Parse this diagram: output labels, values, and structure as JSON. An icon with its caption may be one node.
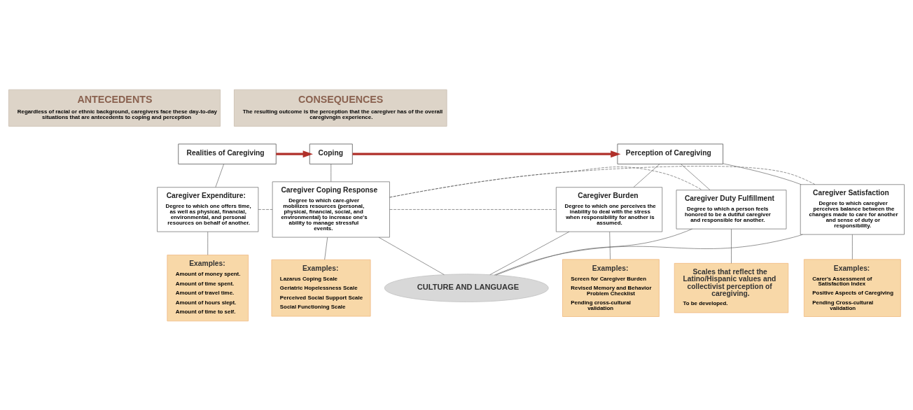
{
  "diagram": {
    "nodes": [
      {
        "text": [
          "ANTECEDENTS",
          "Regardless of racial or ethnic background, caregivers face these day-to-day situations that are antecedents to coping and perception"
        ]
      },
      {
        "text": [
          "CONSEQUENCES",
          "The resulting outcome is the perception that the caregiver has of the overall caregivngin experience."
        ]
      },
      {
        "text": [
          "Realities of Caregiving"
        ]
      },
      {
        "text": [
          "Coping"
        ]
      },
      {
        "text": [
          "Perception of Caregiving"
        ]
      },
      {
        "text": [
          "Caregiver Expenditure:",
          "Degree to which one offers time, as well as physical, financial, environmental, and personal resources on behalf of another."
        ]
      },
      {
        "text": [
          "Caregiver Coping Response",
          "Degree to which care-giver mobilizes resources (personal, physical, financial, social, and environmental) to increase one's ability to manage stressful events."
        ]
      },
      {
        "text": [
          "Caregiver Duty Fulfillment",
          "Degree to which a person feels honored to be a dutiful caregiver and responsible for another."
        ]
      },
      {
        "text": [
          "Caregiver Satisfaction",
          "Degree to which caregiver perceives balance between the changes made to care for another and sense of duty or responsibility."
        ]
      },
      {
        "text": [
          "Caregiver Burden",
          "Degree to which one perceives the inability to deal with the stress when responsibility for another is assumed."
        ]
      },
      {
        "text": [
          "Examples:",
          "Amount of money spent.",
          "Amount of time spent.",
          "Amount of travel time.",
          "Amount of hours slept.",
          "Amount of time to self."
        ]
      },
      {
        "text": [
          "Examples:",
          "Lazarus Coping Scale",
          "Geriatric Hopelessness Scale",
          "Perceived Social Support Scale",
          "Social Functioning Scale"
        ]
      },
      {
        "text": [
          "Scales that reflect the Latino/Hispanic values and collectivist perception of caregiving.",
          "To be developed."
        ]
      },
      {
        "text": [
          "Examples:",
          "Carer's Assessment of Satisfaction Index",
          "Positive Aspects of Caregiving",
          "Pending Cross-cultural validation"
        ]
      },
      {
        "text": [
          "Examples:",
          "Screen for Caregiver Burden",
          "Revised Memory and Behavior Problem Checklist",
          "Pending cross-cultural validation"
        ]
      },
      {
        "text": [
          "CULTURE AND LANGUAGE"
        ]
      }
    ],
    "edges": [
      {
        "from": 2,
        "to": 3,
        "arrow": "to",
        "style": "thick",
        "color": "#b0302a"
      },
      {
        "from": 3,
        "to": 4,
        "arrow": "to",
        "style": "thick",
        "color": "#b0302a"
      },
      {
        "from": 2,
        "to": 5,
        "arrow": "none"
      },
      {
        "from": 3,
        "to": 6,
        "arrow": "none"
      },
      {
        "from": 4,
        "to": 7,
        "arrow": "none"
      },
      {
        "from": 4,
        "to": 8,
        "arrow": "none"
      },
      {
        "from": 4,
        "to": 9,
        "arrow": "none"
      },
      {
        "from": 5,
        "to": 10,
        "arrow": "none"
      },
      {
        "from": 6,
        "to": 11,
        "arrow": "none"
      },
      {
        "from": 7,
        "to": 12,
        "arrow": "none"
      },
      {
        "from": 8,
        "to": 13,
        "arrow": "none"
      },
      {
        "from": 9,
        "to": 14,
        "arrow": "none"
      },
      {
        "from": 5,
        "to": 6,
        "arrow": "none",
        "style": "dashed"
      },
      {
        "from": 6,
        "to": 7,
        "arrow": "none",
        "style": "dashed"
      },
      {
        "from": 6,
        "to": 8,
        "arrow": "none",
        "style": "dashed"
      },
      {
        "from": 6,
        "to": 9,
        "arrow": "none",
        "style": "dashed"
      },
      {
        "from": 15,
        "to": 6,
        "arrow": "none"
      },
      {
        "from": 15,
        "to": 7,
        "arrow": "none"
      },
      {
        "from": 15,
        "to": 8,
        "arrow": "none"
      },
      {
        "from": 15,
        "to": 9,
        "arrow": "none"
      }
    ]
  }
}
